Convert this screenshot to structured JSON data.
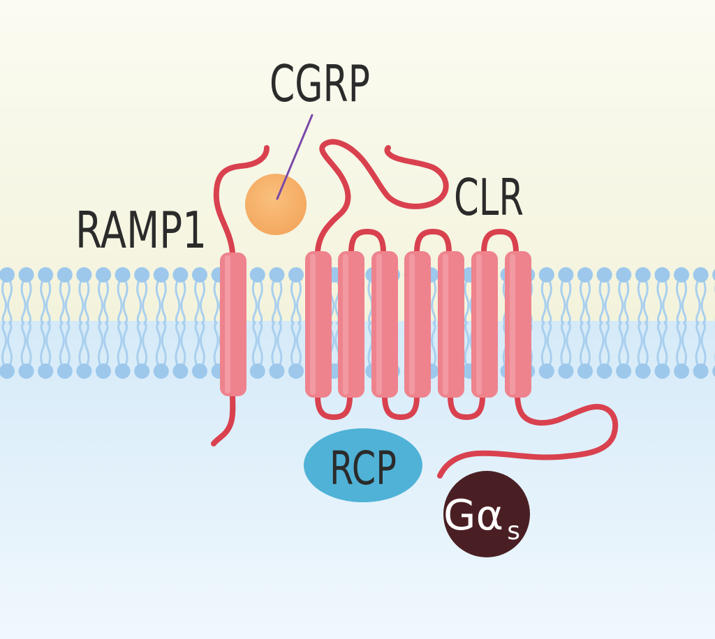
{
  "diagram": {
    "title_labels": {
      "ligand": "CGRP",
      "receptor": "CLR",
      "ramp": "RAMP1",
      "rcp": "RCP",
      "g_protein_main": "Gα",
      "g_protein_sub": "s"
    },
    "colors": {
      "extracellular_top": "#f6f6e2",
      "extracellular_bottom": "#fbfbf0",
      "intracellular_top": "#d7ecf8",
      "intracellular_bottom": "#eef7fd",
      "lipid": "#a9cfee",
      "lipid_head": "#9dc8ec",
      "protein_line": "#d9414f",
      "helix": "#ee838d",
      "helix_edge": "#f4a3aa",
      "cgrp": "#f7b26b",
      "cgrp_pointer": "#7a4aa8",
      "rcp": "#4fb2d6",
      "g_protein": "#4a1f23",
      "label_text": "#2b2b2b",
      "label_text_light": "#ffffff"
    },
    "icons": {
      "membrane": "lipid-bilayer-icon",
      "helix": "transmembrane-helix-icon"
    }
  }
}
